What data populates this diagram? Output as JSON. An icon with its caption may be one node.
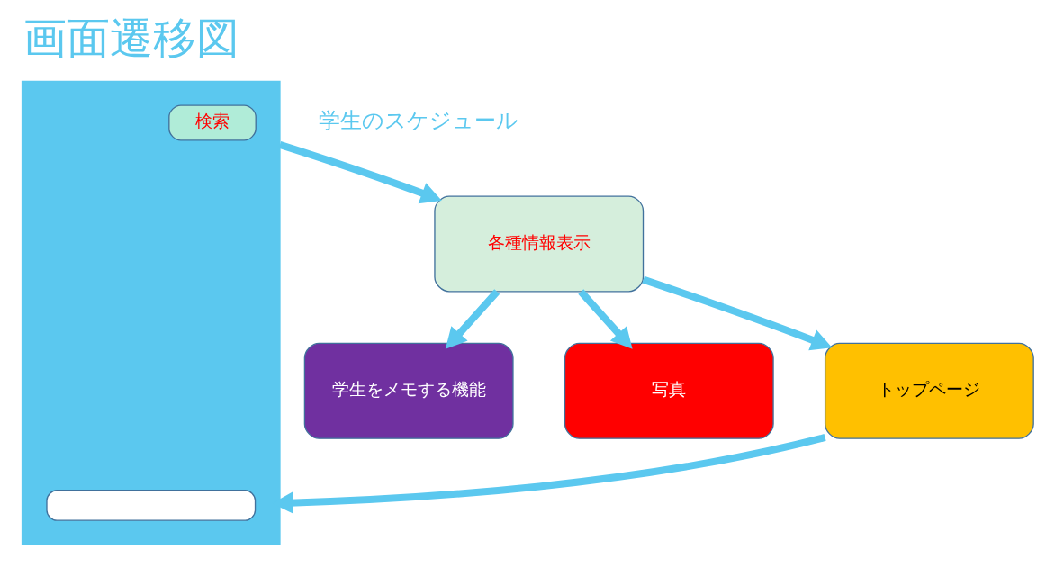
{
  "diagram": {
    "title": "画面遷移図",
    "nodes": [
      {
        "text": [
          "学生をメモする機能"
        ]
      },
      {
        "text": [],
        "shape": "box"
      },
      {
        "text": [],
        "shape": "box",
        "in": 1
      },
      {
        "text": [
          "検索"
        ],
        "in": 1
      },
      {
        "text": [
          "各種情報表示"
        ]
      },
      {
        "text": [
          "写真"
        ]
      },
      {
        "text": [
          "トップページ"
        ]
      }
    ],
    "edges": [
      {
        "from": 1,
        "to": 4,
        "arrow": "to"
      },
      {
        "from": 4,
        "to": 0,
        "arrow": "to"
      },
      {
        "from": 4,
        "to": 5,
        "arrow": "to"
      },
      {
        "from": 4,
        "to": 6,
        "arrow": "to"
      },
      {
        "from": 6,
        "to": 1,
        "arrow": "to"
      }
    ],
    "labels": [
      "学生のスケジュール"
    ]
  }
}
